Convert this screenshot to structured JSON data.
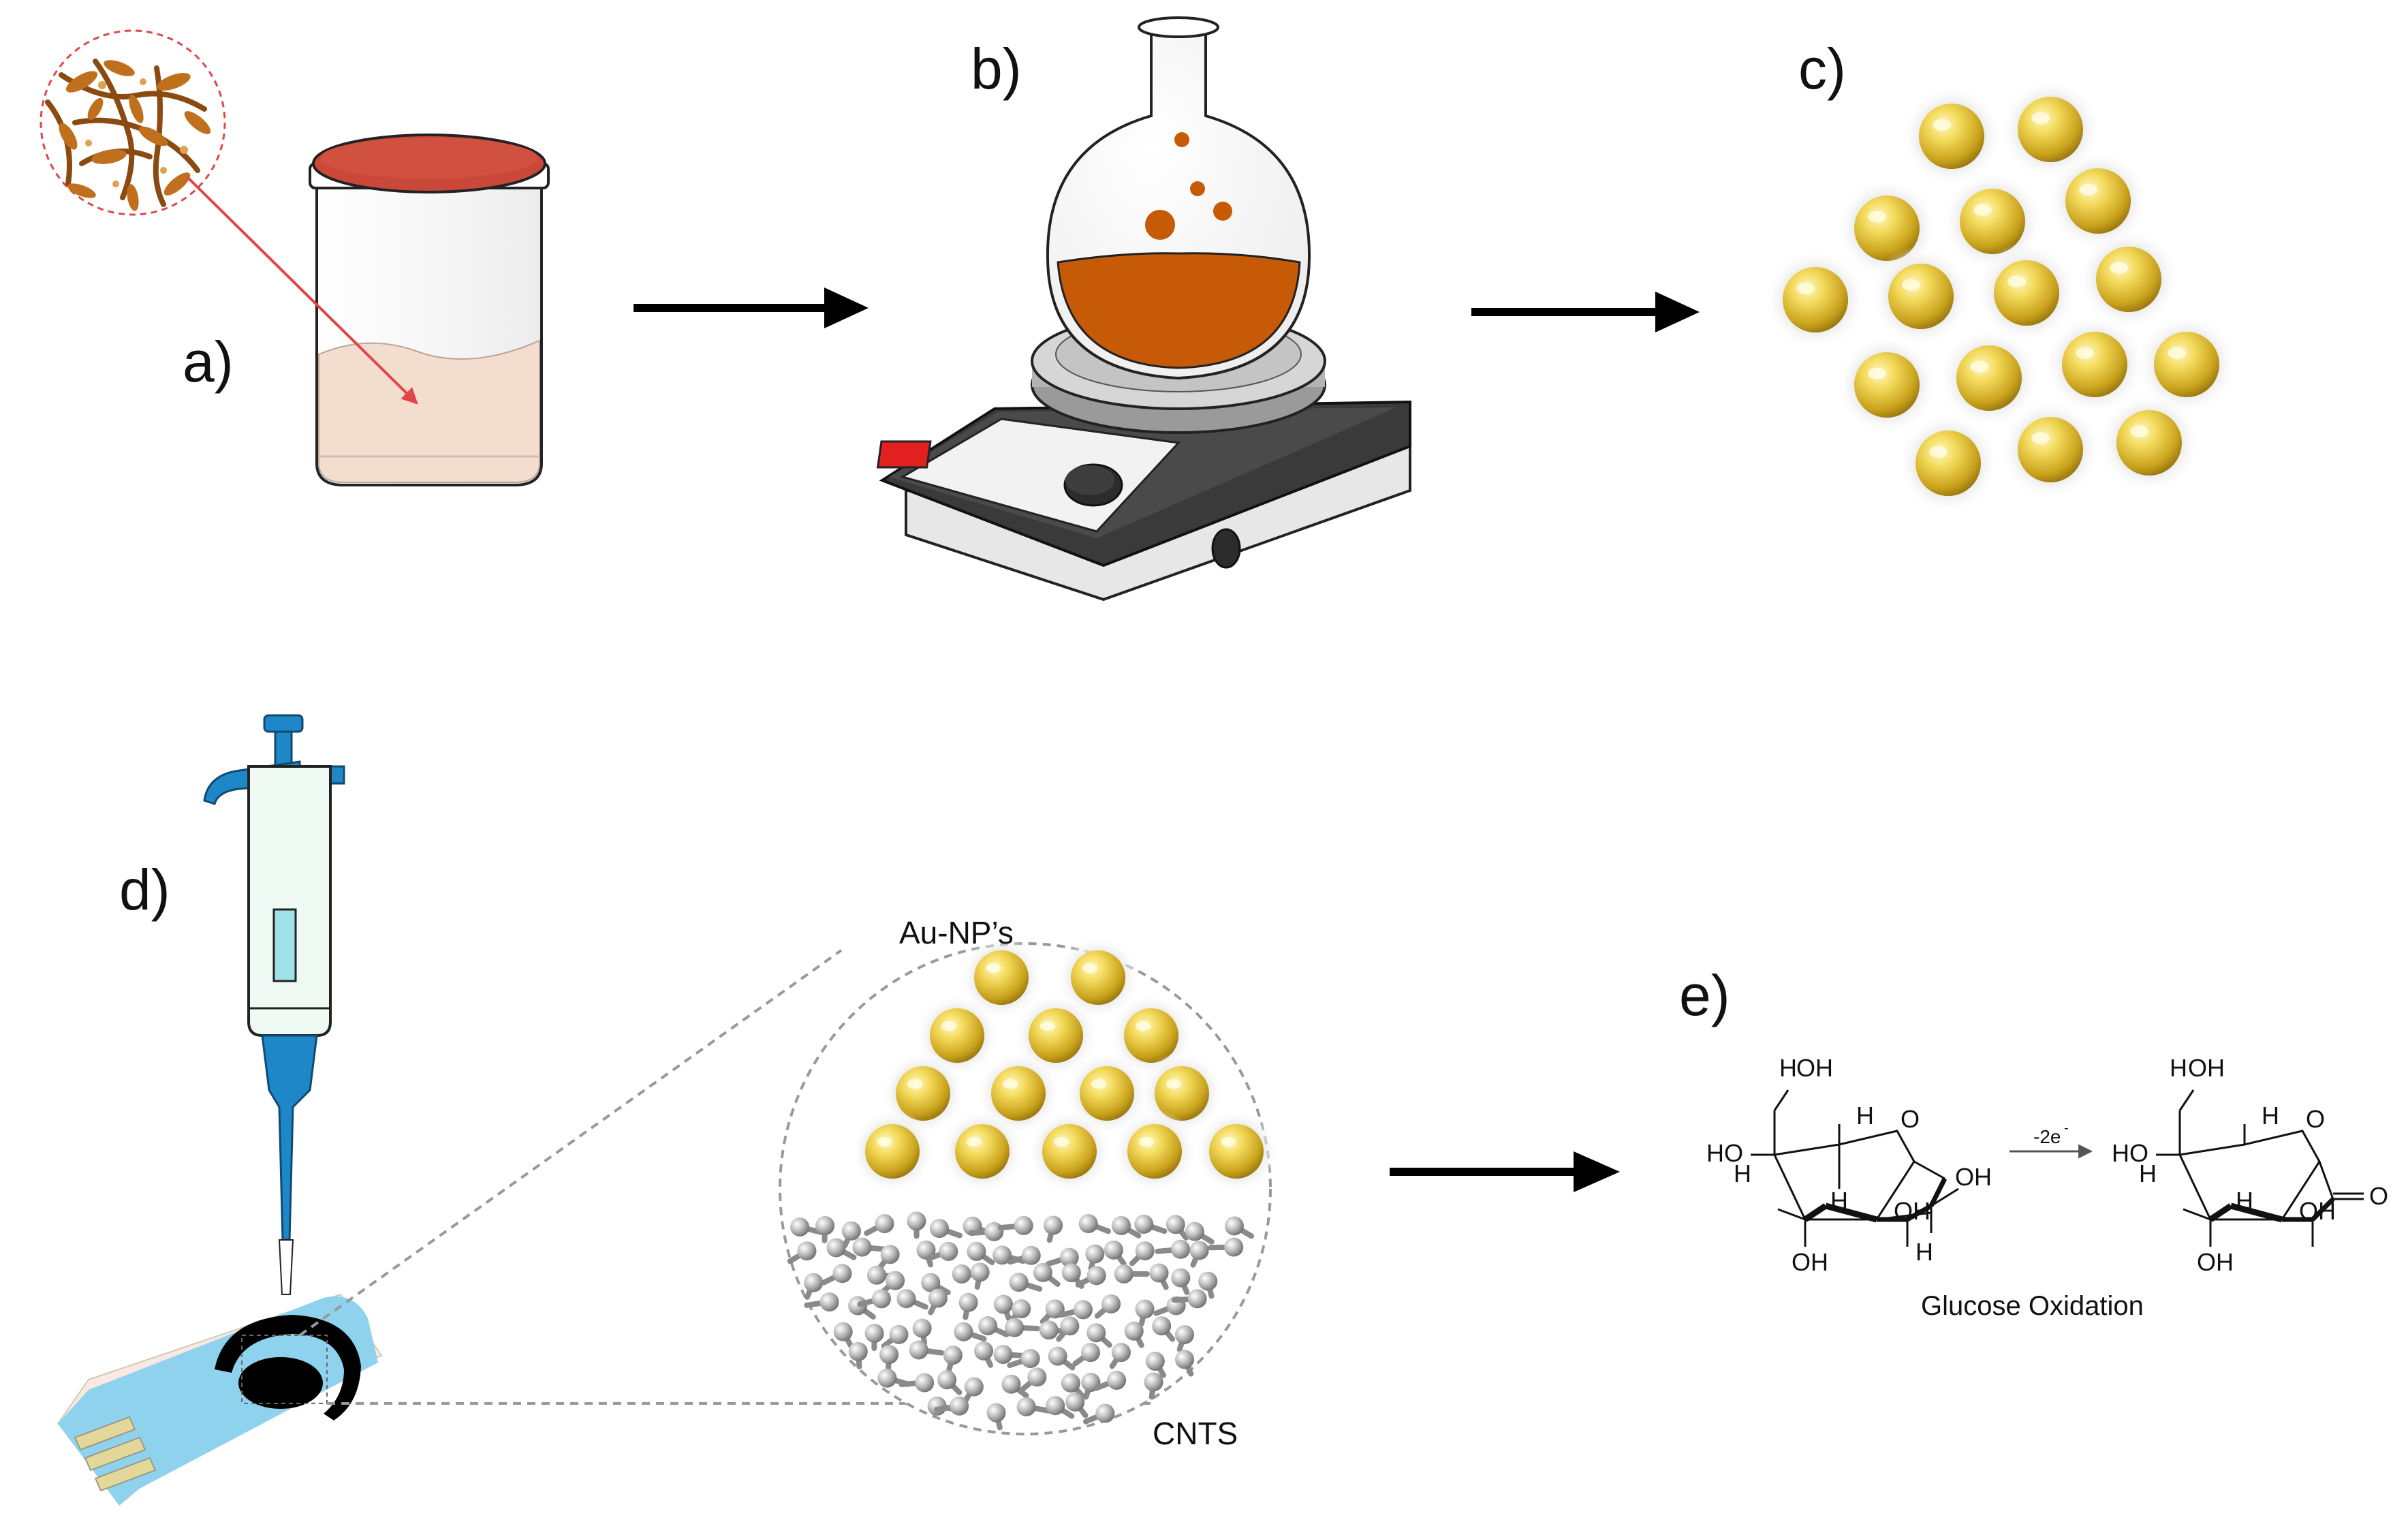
{
  "panels": {
    "a": "a)",
    "b": "b)",
    "c": "c)",
    "d": "d)",
    "e": "e)"
  },
  "labels": {
    "au_nps": "Au-NP’s",
    "cnts": "CNTS",
    "caption_e": "Glucose Oxidation",
    "reaction_arrow": "-2e",
    "reaction_arrow_sup": "-"
  },
  "chem": {
    "oh": "OH",
    "ho": "HO",
    "h": "H",
    "o": "O",
    "o_double": "O"
  },
  "colors": {
    "jar_lid": "#c9483a",
    "jar_powder": "#f3ddcf",
    "liquid": "#c65a06",
    "gold": "#e8c43c",
    "pipette": "#1e87c8",
    "strip": "#8fd2ee",
    "electrode": "#000000",
    "cnt": "#9e9e9e",
    "hotplate_red": "#e32020"
  }
}
